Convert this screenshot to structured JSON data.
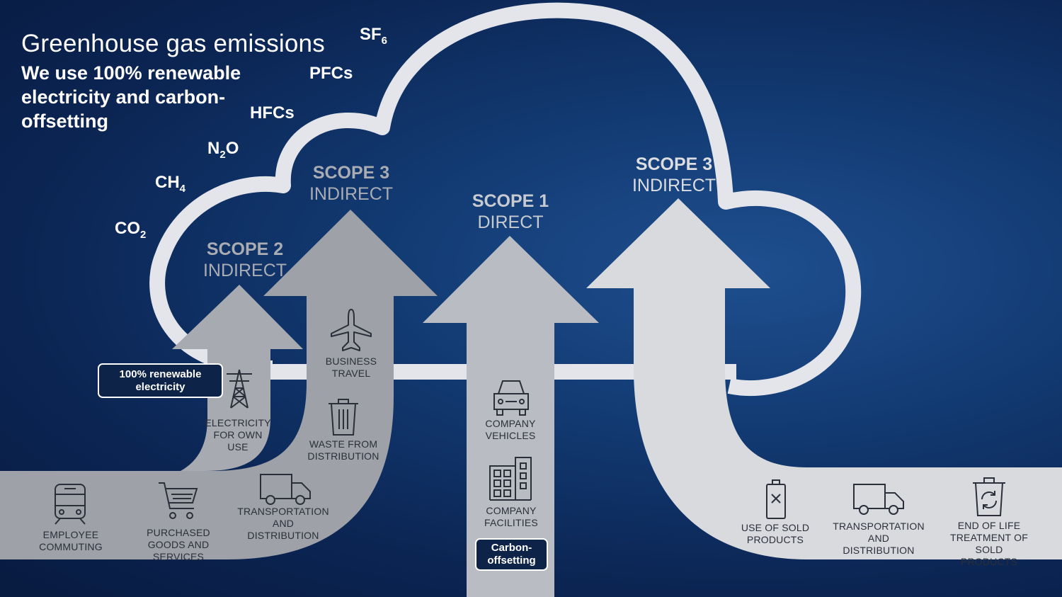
{
  "title": "Greenhouse gas emissions",
  "subtitle": "We use 100% renewable electricity and carbon-offsetting",
  "gases": [
    {
      "base": "SF",
      "sub": "6",
      "post": ""
    },
    {
      "base": "PFCs",
      "sub": "",
      "post": ""
    },
    {
      "base": "HFCs",
      "sub": "",
      "post": ""
    },
    {
      "base": "N",
      "sub": "2",
      "post": "O"
    },
    {
      "base": "CH",
      "sub": "4",
      "post": ""
    },
    {
      "base": "CO",
      "sub": "2",
      "post": ""
    }
  ],
  "scopes": {
    "scope2": {
      "line1": "SCOPE 2",
      "line2": "INDIRECT"
    },
    "scope3_left": {
      "line1": "SCOPE 3",
      "line2": "INDIRECT"
    },
    "scope1": {
      "line1": "SCOPE 1",
      "line2": "DIRECT"
    },
    "scope3_right": {
      "line1": "SCOPE 3",
      "line2": "INDIRECT"
    }
  },
  "badges": {
    "renewable": "100% renewable electricity",
    "offsetting": "Carbon-offsetting"
  },
  "labels": {
    "electricity": "ELECTRICITY FOR OWN USE",
    "business_travel": "BUSINESS TRAVEL",
    "waste": "WASTE FROM DISTRIBUTION",
    "employee_commuting": "EMPLOYEE COMMUTING",
    "purchased_goods": "PURCHASED GOODS AND SERVICES",
    "transport_upstream": "TRANSPORTATION AND DISTRIBUTION",
    "company_vehicles": "COMPANY VEHICLES",
    "company_facilities": "COMPANY FACILITIES",
    "use_of_sold": "USE OF SOLD PRODUCTS",
    "transport_downstream": "TRANSPORTATION AND DISTRIBUTION",
    "end_of_life": "END OF LIFE TREATMENT OF SOLD PRODUCTS"
  },
  "icons": [
    "transmission-tower-icon",
    "airplane-icon",
    "trash-bin-icon",
    "train-icon",
    "shopping-cart-icon",
    "truck-icon",
    "car-icon",
    "building-icon",
    "battery-icon",
    "recycle-bin-icon"
  ],
  "colors": {
    "background": "#0b2452",
    "cloud_outline": "#e3e5ea",
    "arrow_dark": "#9ea1a8",
    "arrow_mid": "#b9bcc3",
    "arrow_light": "#d9dade",
    "badge_fill": "#0d2347"
  }
}
